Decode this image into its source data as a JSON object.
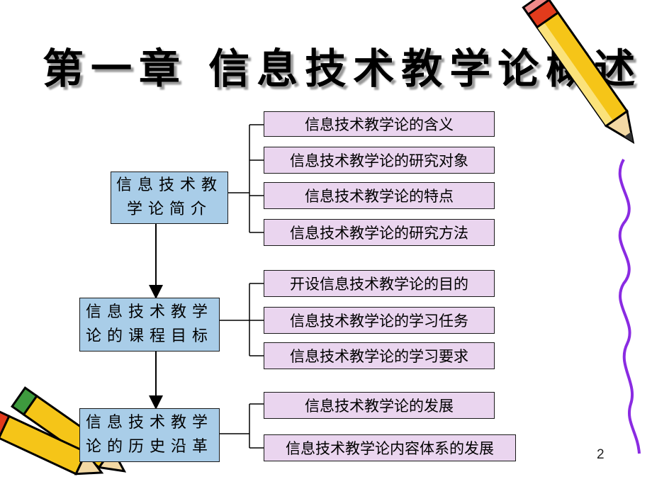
{
  "title": "第一章   信息技术教学论概述",
  "groups": [
    {
      "label_line1": "信息技术教",
      "label_line2": "学论简介",
      "items": [
        "信息技术教学论的含义",
        "信息技术教学论的研究对象",
        "信息技术教学论的特点",
        "信息技术教学论的研究方法"
      ]
    },
    {
      "label_line1": "信息技术教学",
      "label_line2": "论的课程目标",
      "items": [
        "开设信息技术教学论的目的",
        "信息技术教学论的学习任务",
        "信息技术教学论的学习要求"
      ]
    },
    {
      "label_line1": "信息技术教学",
      "label_line2": "论的历史沿革",
      "items": [
        "信息技术教学论的发展",
        "信息技术教学论内容体系的发展"
      ]
    }
  ],
  "page_number": "2",
  "colors": {
    "left_box": "#a9cde8",
    "right_box": "#ead5ef",
    "pencil_yellow": "#f5c518",
    "pencil_red": "#e23b1c",
    "ribbon_purple": "#8a2be2"
  }
}
